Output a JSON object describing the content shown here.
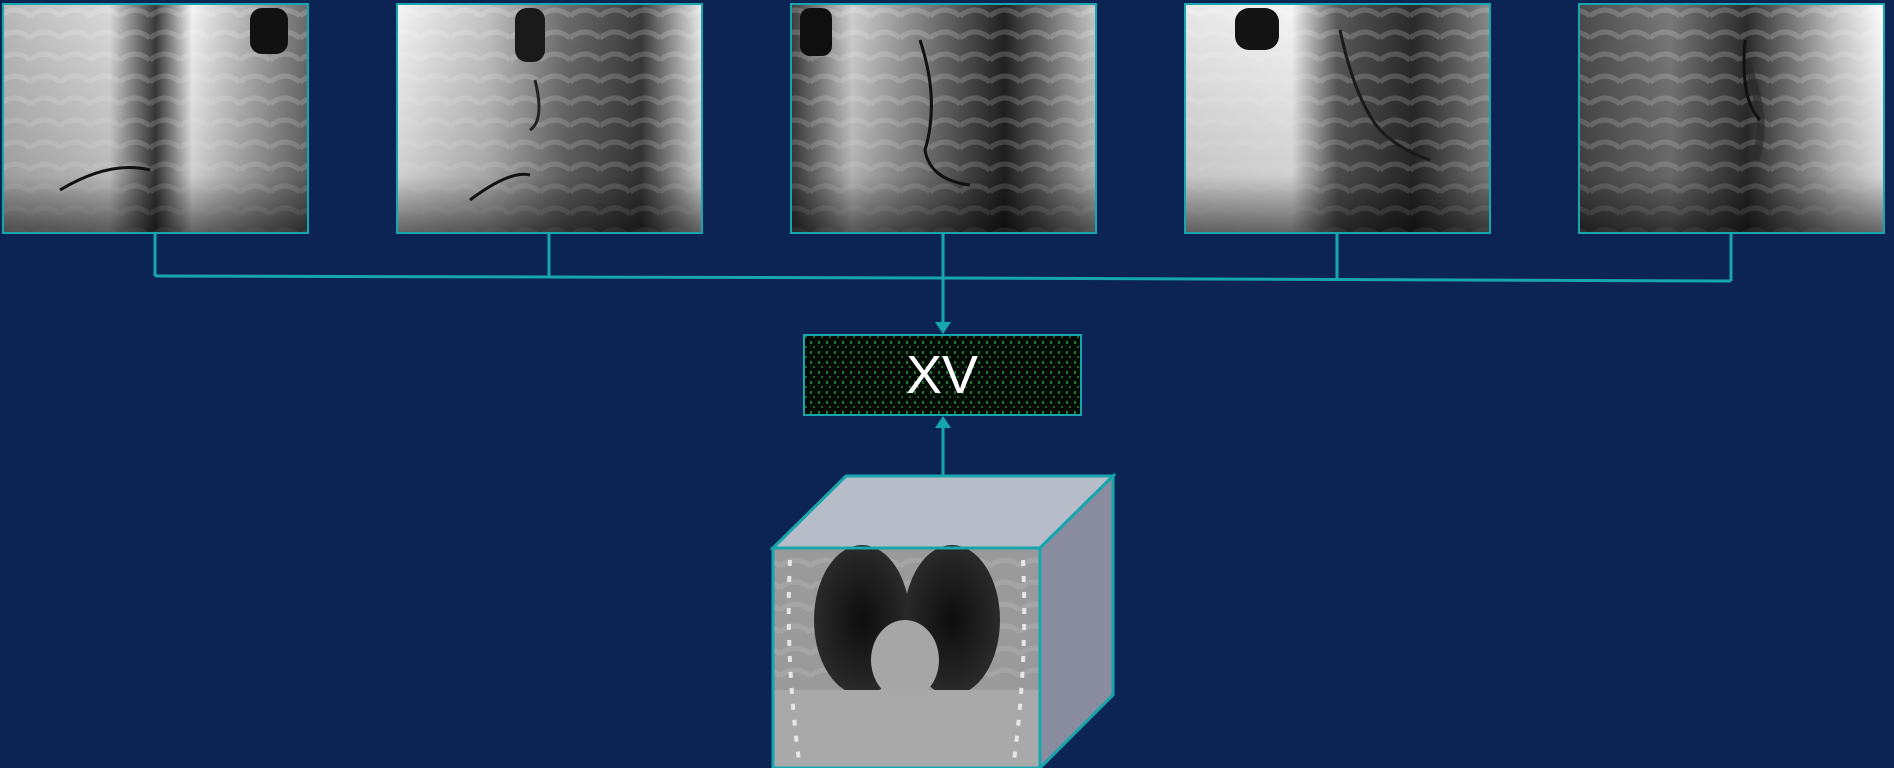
{
  "diagram": {
    "xv_label": "XV",
    "projections": [
      {
        "name": "fluoroscopy-view-1"
      },
      {
        "name": "fluoroscopy-view-2"
      },
      {
        "name": "fluoroscopy-view-3"
      },
      {
        "name": "fluoroscopy-view-4"
      },
      {
        "name": "fluoroscopy-view-5"
      }
    ],
    "ct_volume": {
      "name": "ct-volume"
    }
  },
  "colors": {
    "background": "#0b2454",
    "connector": "#17a6ad",
    "xv_box_bg": "#020a05",
    "matrix_green": "#2fbf3a",
    "cube_top": "#b7bcc9",
    "cube_side": "#8a8d9f"
  }
}
